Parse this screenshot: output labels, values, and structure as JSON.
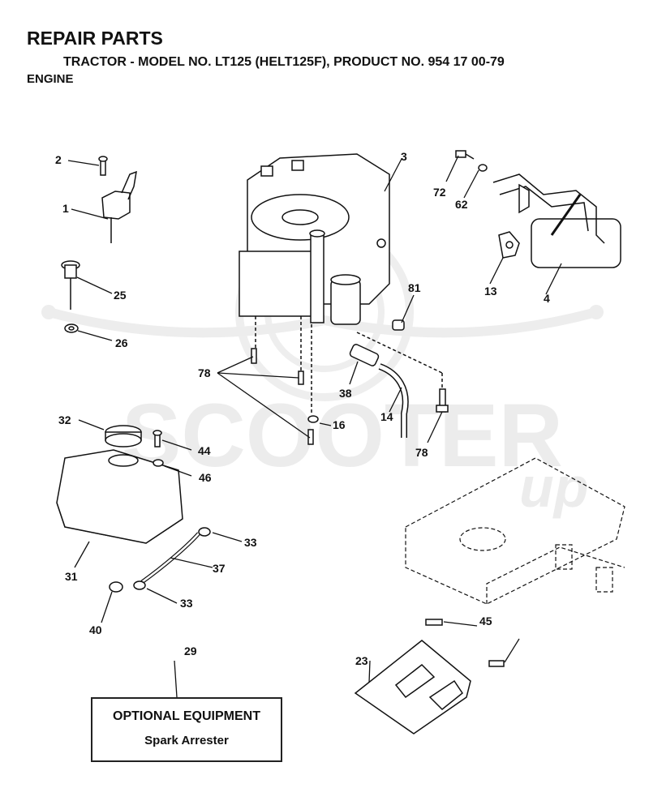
{
  "header": {
    "title": "REPAIR PARTS",
    "subtitle": "TRACTOR - MODEL NO. LT125 (HELT125F), PRODUCT NO. 954 17 00-79",
    "section": "ENGINE"
  },
  "watermark": {
    "text": "SCOOTER",
    "script": "up"
  },
  "callouts": {
    "c2": "2",
    "c1": "1",
    "c25": "25",
    "c26": "26",
    "c3": "3",
    "c72": "72",
    "c62": "62",
    "c13": "13",
    "c4": "4",
    "c81": "81",
    "c78a": "78",
    "c38": "38",
    "c14": "14",
    "c78b": "78",
    "c16": "16",
    "c32": "32",
    "c44": "44",
    "c46": "46",
    "c31": "31",
    "c33a": "33",
    "c37": "37",
    "c33b": "33",
    "c40": "40",
    "c45": "45",
    "c23": "23",
    "c29": "29"
  },
  "optional": {
    "heading": "OPTIONAL EQUIPMENT",
    "item": "Spark Arrester"
  }
}
